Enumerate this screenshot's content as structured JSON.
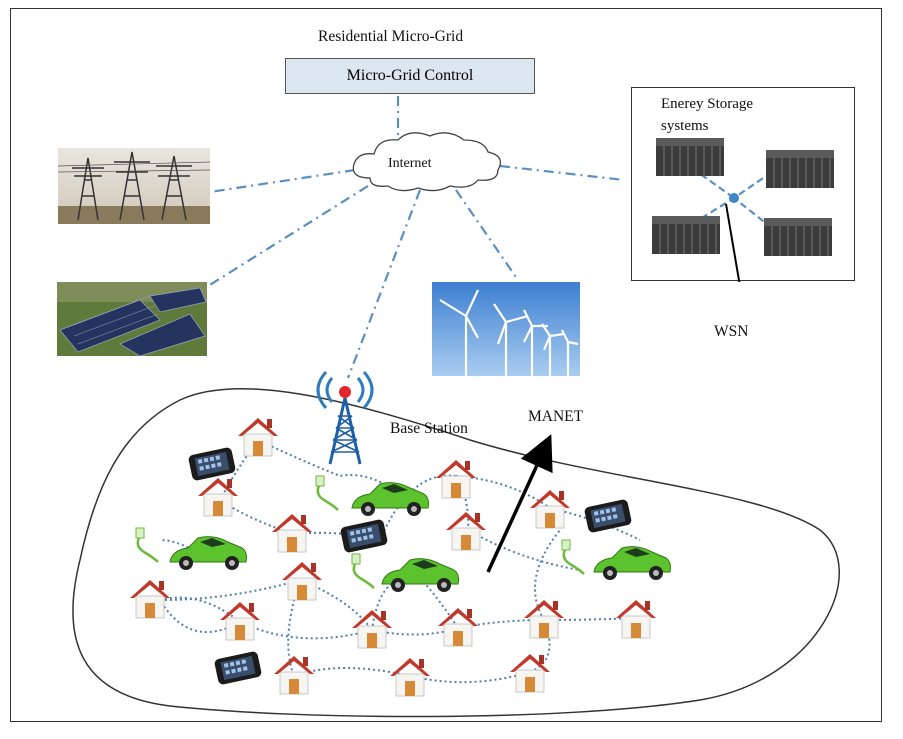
{
  "title": "Residential Micro-Grid",
  "control_label": "Micro-Grid Control",
  "internet_label": "Internet",
  "storage_label_line1": "Enerey Storage",
  "storage_label_line2": "systems",
  "wsn_label": "WSN",
  "manet_label": "MANET",
  "base_station_label": "Base Station",
  "colors": {
    "link_dash": "#5b8fbf",
    "mesh_dot": "#4f7fb0",
    "roof": "#c0392b",
    "car": "#5cc22e",
    "control_fill": "#dce6f1"
  }
}
